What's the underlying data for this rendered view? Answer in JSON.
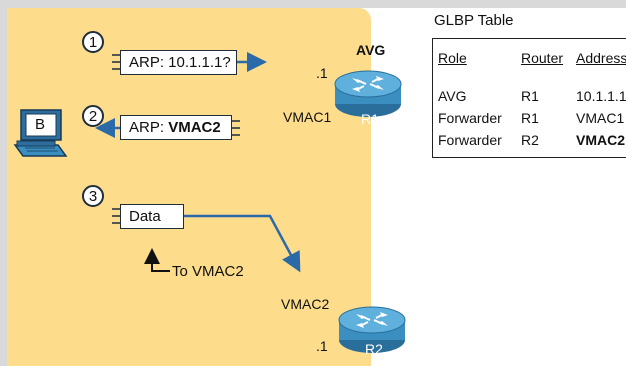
{
  "steps": [
    "1",
    "2",
    "3"
  ],
  "messages": {
    "arp_request": "ARP: 10.1.1.1?",
    "arp_reply_prefix": "ARP: ",
    "arp_reply_mac": "VMAC2",
    "data": "Data"
  },
  "annotation": "To VMAC2",
  "host": {
    "label": "B"
  },
  "routers": {
    "r1": {
      "name": "R1",
      "role_tag": "AVG",
      "ip_suffix": ".1",
      "vmac": "VMAC1"
    },
    "r2": {
      "name": "R2",
      "ip_suffix": ".1",
      "vmac": "VMAC2"
    }
  },
  "glbp": {
    "title": "GLBP Table",
    "headers": [
      "Role",
      "Router",
      "Address"
    ],
    "rows": [
      [
        "AVG",
        "R1",
        "10.1.1.1"
      ],
      [
        "Forwarder",
        "R1",
        "VMAC1"
      ],
      [
        "Forwarder",
        "R2",
        "VMAC2"
      ]
    ]
  },
  "colors": {
    "panel": "#fddc8b",
    "arrow": "#2b6aa8",
    "router_blue": "#3a8fc0"
  }
}
